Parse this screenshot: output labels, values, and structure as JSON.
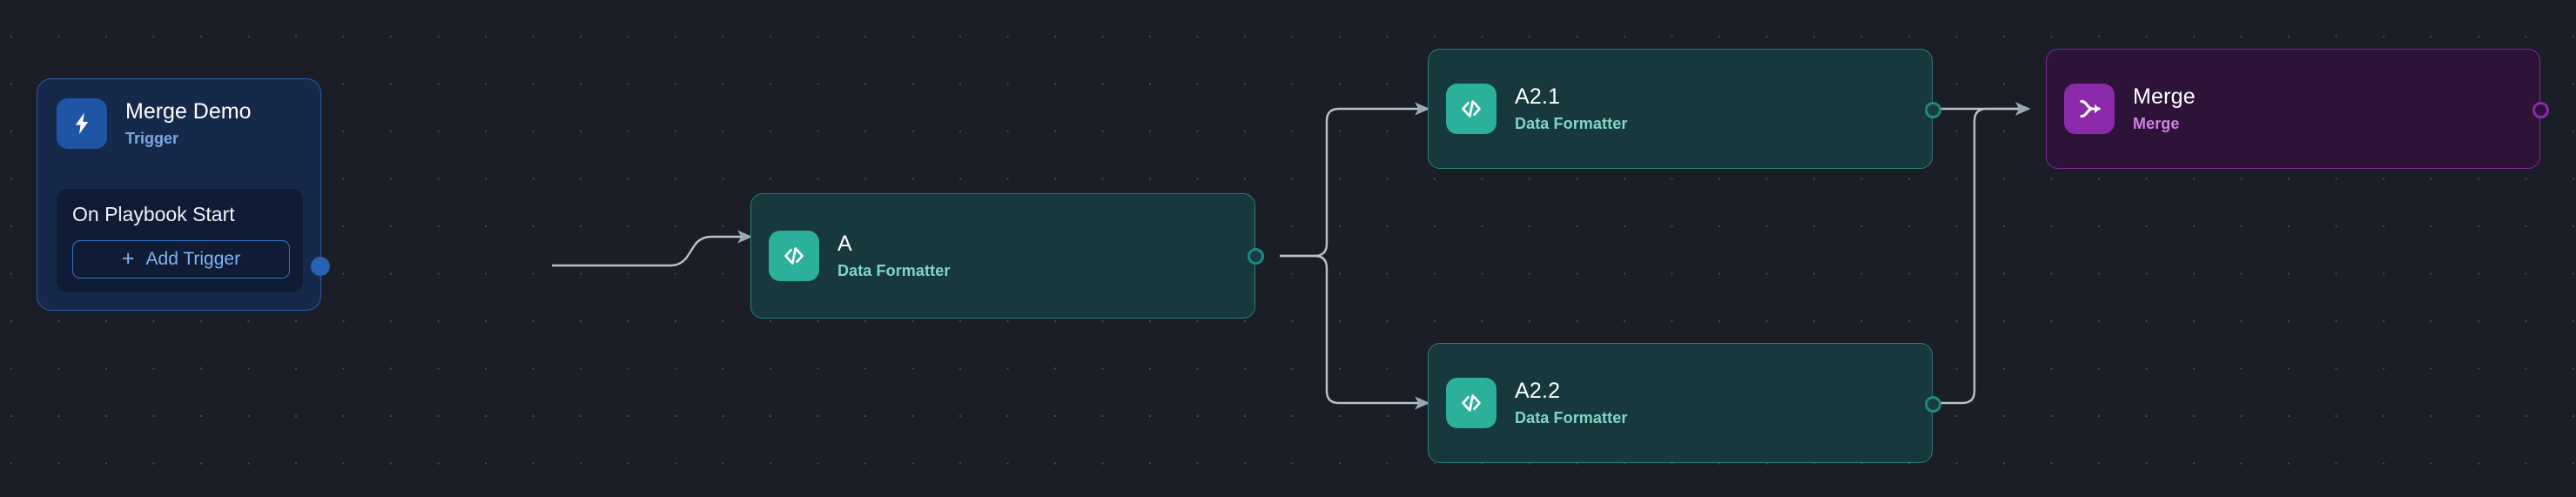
{
  "canvas": {
    "background_color": "#1b1e26",
    "grid_dot_color": "#4a4a4a",
    "edge_color": "#b9c2cc"
  },
  "trigger_card": {
    "name": "Merge Demo",
    "kind": "Trigger",
    "icon": "lightning-bolt-icon",
    "icon_tile_color": "#1f55a5",
    "border_color": "#2c5ea8",
    "background_color": "#17294b",
    "event_label": "On Playbook Start",
    "add_trigger_label": "Add Trigger",
    "add_trigger_plus": "+",
    "output_handle_color": "#2663b4"
  },
  "nodes": [
    {
      "id": "a",
      "title": "A",
      "subtitle": "Data Formatter",
      "icon": "code-brackets-icon",
      "type": "action",
      "icon_tile_color": "#2bb09a",
      "border_color": "#2d7f74",
      "background_color": "#17383c",
      "subtitle_color": "#7ed8c6"
    },
    {
      "id": "a21",
      "title": "A2.1",
      "subtitle": "Data Formatter",
      "icon": "code-brackets-icon",
      "type": "action",
      "icon_tile_color": "#2bb09a",
      "border_color": "#2d7f74",
      "background_color": "#17383c",
      "subtitle_color": "#7ed8c6"
    },
    {
      "id": "a22",
      "title": "A2.2",
      "subtitle": "Data Formatter",
      "icon": "code-brackets-icon",
      "type": "action",
      "icon_tile_color": "#2bb09a",
      "border_color": "#2d7f74",
      "background_color": "#17383c",
      "subtitle_color": "#7ed8c6"
    },
    {
      "id": "merge",
      "title": "Merge",
      "subtitle": "Merge",
      "icon": "merge-arrow-icon",
      "type": "merge",
      "icon_tile_color": "#8b2bab",
      "border_color": "#7d2b9b",
      "background_color": "#2e1338",
      "subtitle_color": "#d17fe8"
    }
  ],
  "edges": [
    {
      "from": "trigger",
      "to": "a"
    },
    {
      "from": "a",
      "to": "a21"
    },
    {
      "from": "a",
      "to": "a22"
    },
    {
      "from": "a21",
      "to": "merge"
    },
    {
      "from": "a22",
      "to": "merge"
    }
  ]
}
